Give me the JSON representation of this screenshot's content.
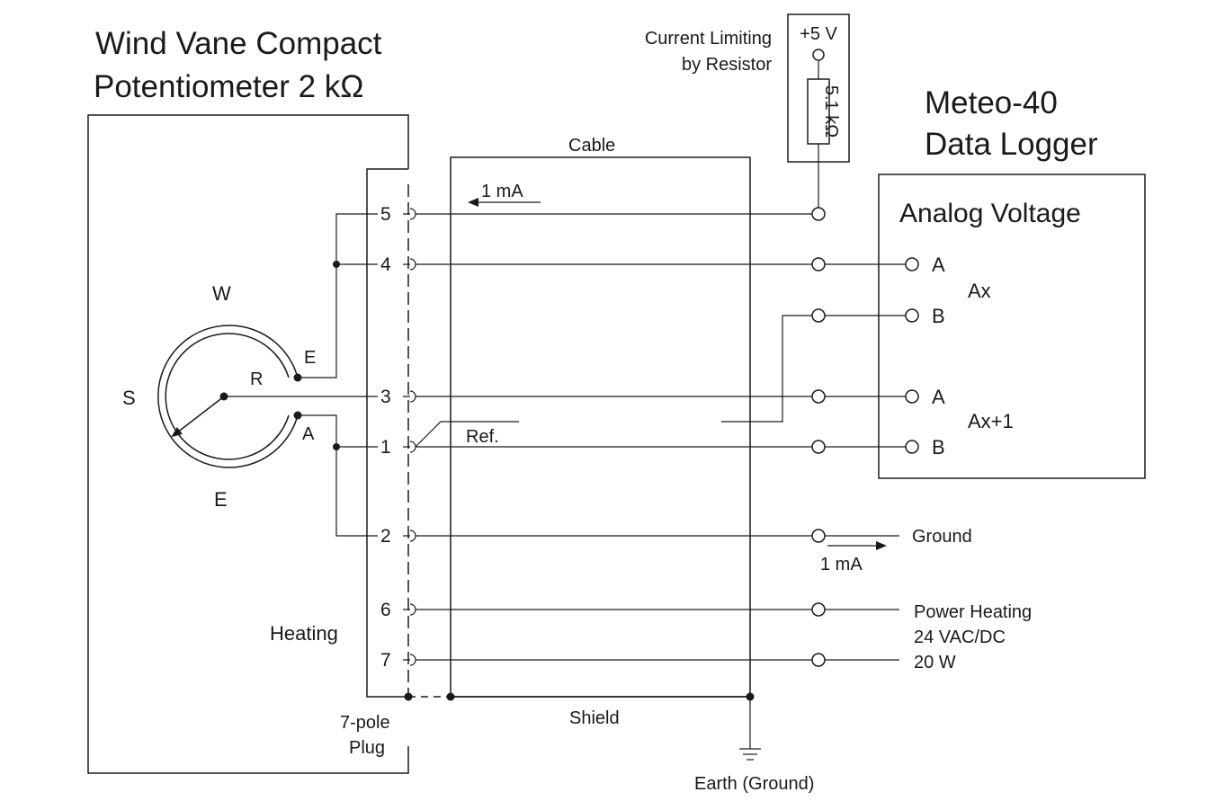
{
  "sensor": {
    "title_line1": "Wind Vane Compact",
    "title_line2": "Potentiometer 2 kΩ",
    "dial": {
      "north": "W",
      "west": "S",
      "south": "E",
      "wiper": "R",
      "end_e": "E",
      "end_a": "A"
    },
    "heating_label": "Heating",
    "plug_line1": "7-pole",
    "plug_line2": "Plug"
  },
  "pins": [
    "5",
    "4",
    "3",
    "1",
    "2",
    "6",
    "7"
  ],
  "cable": {
    "label": "Cable",
    "shield_label": "Shield",
    "earth_label": "Earth (Ground)",
    "current_top": "1 mA",
    "current_bottom": "1 mA",
    "ref_label": "Ref."
  },
  "supply": {
    "label_line1": "Current Limiting",
    "label_line2": "by Resistor",
    "voltage": "+5 V",
    "resistor": "5.1 kΩ"
  },
  "logger": {
    "title_line1": "Meteo-40",
    "title_line2": "Data Logger",
    "box_title": "Analog Voltage",
    "channels": [
      {
        "name": "Ax",
        "terminals": [
          "A",
          "B"
        ]
      },
      {
        "name": "Ax+1",
        "terminals": [
          "A",
          "B"
        ]
      }
    ]
  },
  "external": {
    "ground": "Ground",
    "heating_line1": "Power Heating",
    "heating_line2": "24 VAC/DC",
    "heating_line3": "20 W"
  }
}
